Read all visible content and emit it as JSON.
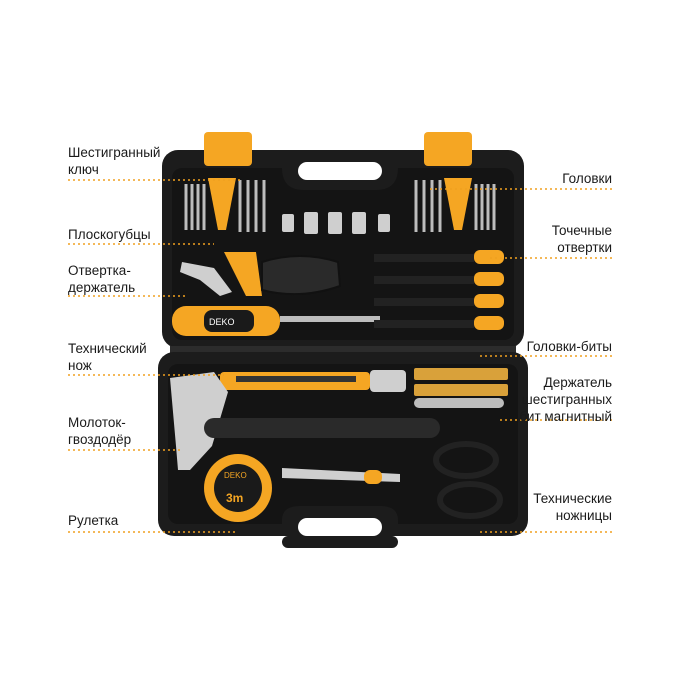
{
  "labels": {
    "hex_key": [
      "Шестигранный",
      "ключ"
    ],
    "pliers": [
      "Плоскогубцы"
    ],
    "screwdriver_holder": [
      "Отвертка-",
      "держатель"
    ],
    "utility_knife": [
      "Технический",
      "нож"
    ],
    "hammer": [
      "Молоток-",
      "гвоздодёр"
    ],
    "tape_measure": [
      "Рулетка"
    ],
    "sockets": [
      "Головки"
    ],
    "precision_screwdrivers": [
      "Точечные",
      "отвертки"
    ],
    "bit_sockets": [
      "Головки-биты"
    ],
    "bit_holder": [
      "Держатель",
      "шестигранных",
      "бит магнитный"
    ],
    "scissors": [
      "Технические",
      "ножницы"
    ]
  },
  "brand": {
    "screwdriver_logo": "DEKO",
    "tape_logo": "DEKO",
    "tape_size": "3m"
  },
  "colors": {
    "accent": "#f5a623",
    "case": "#1c1c1c",
    "leader": "#f0a020"
  }
}
